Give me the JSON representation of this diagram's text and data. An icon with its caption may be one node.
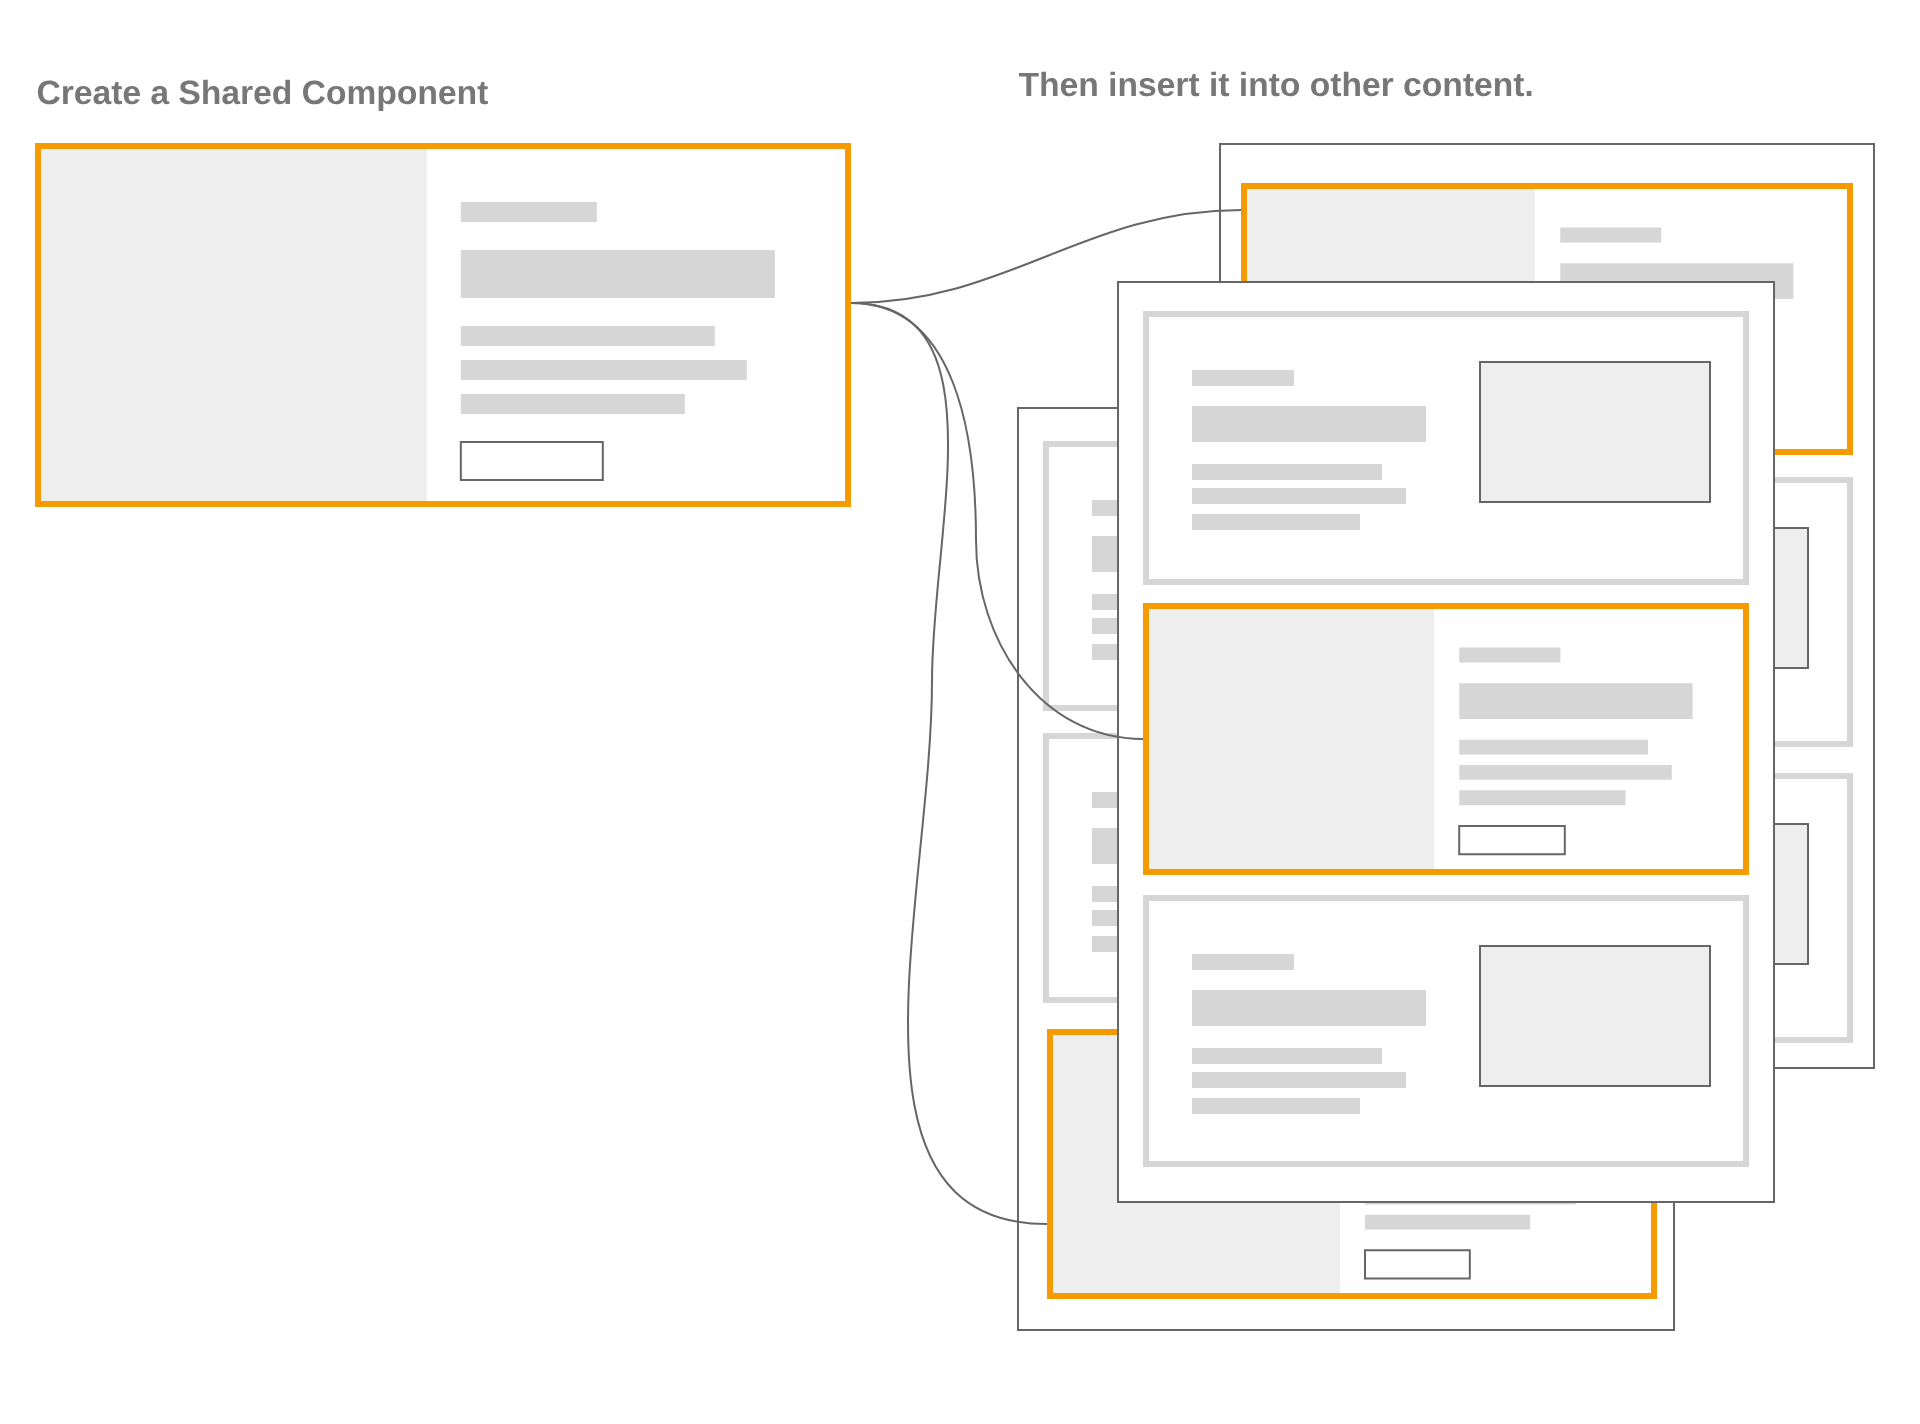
{
  "diagram": {
    "nodes": [
      {
        "text": [],
        "shape": "box"
      },
      {
        "text": [],
        "shape": "box"
      },
      {
        "text": [],
        "shape": "box"
      },
      {
        "text": [],
        "shape": "box"
      }
    ],
    "edges": [
      {
        "from": 0,
        "to": 1,
        "arrow": "none"
      },
      {
        "from": 0,
        "to": 2,
        "arrow": "none"
      },
      {
        "from": 0,
        "to": 3,
        "arrow": "none"
      }
    ],
    "labels": [
      "Create a Shared Component",
      "Then insert it into other content."
    ]
  }
}
